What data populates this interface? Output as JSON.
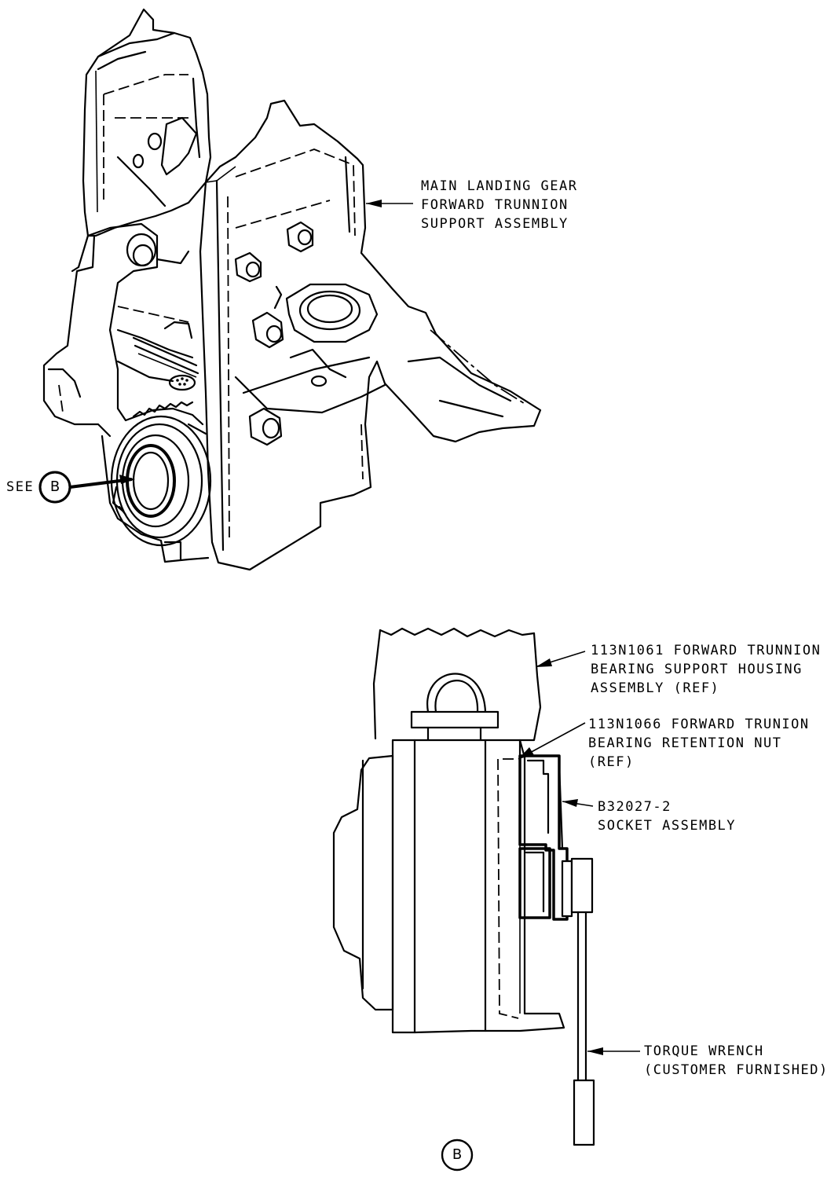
{
  "labels": {
    "trunnion_support": [
      "MAIN LANDING GEAR",
      "FORWARD TRUNNION",
      "SUPPORT ASSEMBLY"
    ],
    "see_prefix": "SEE",
    "see_ref": "B",
    "housing": [
      "113N1061 FORWARD TRUNNION",
      "BEARING SUPPORT HOUSING",
      "ASSEMBLY (REF)"
    ],
    "retention_nut": [
      "113N1066 FORWARD TRUNION",
      "BEARING RETENTION NUT",
      "(REF)"
    ],
    "socket": [
      "B32027-2",
      "SOCKET ASSEMBLY"
    ],
    "torque_wrench": [
      "TORQUE WRENCH",
      "(CUSTOMER FURNISHED)"
    ],
    "detail_id": "B"
  }
}
